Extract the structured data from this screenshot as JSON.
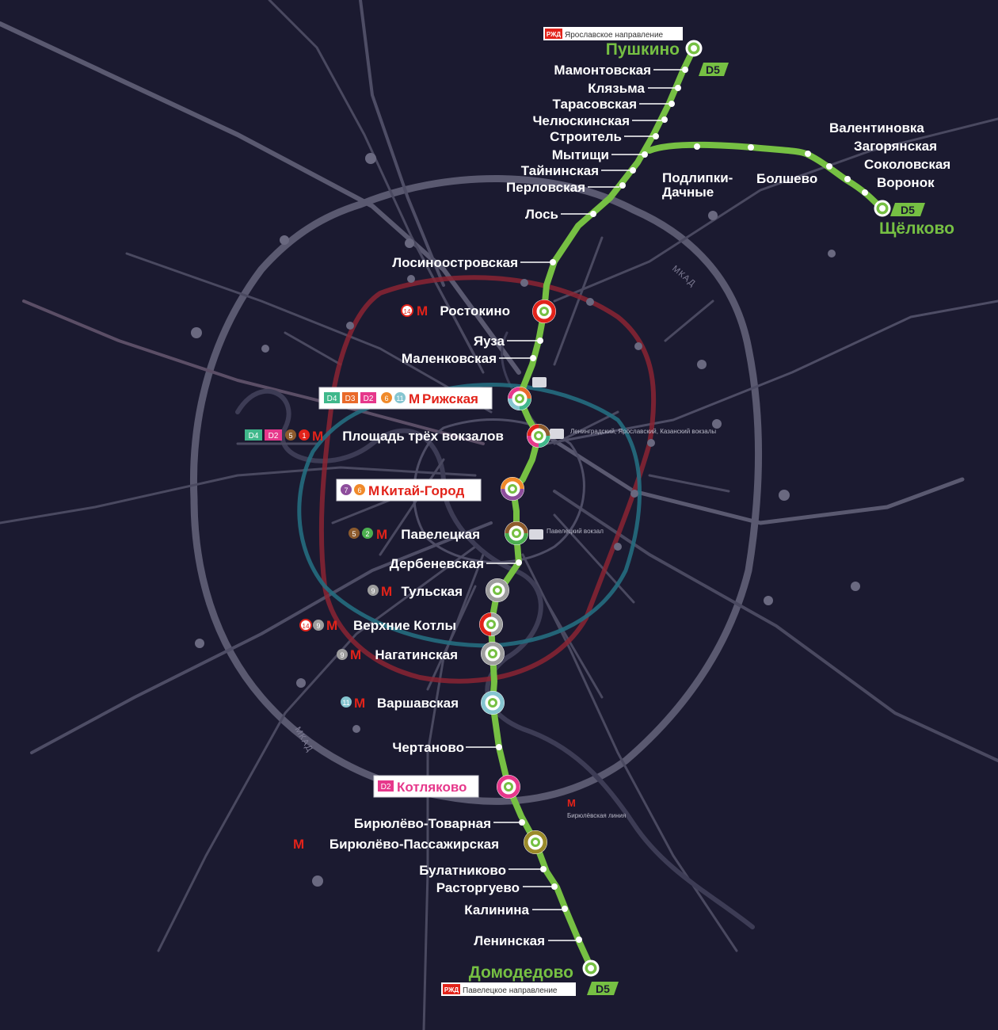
{
  "line": {
    "badge": "D5",
    "color": "#76c043",
    "terminals": {
      "north": "Пушкино",
      "east": "Щёлково",
      "south": "Домодедово"
    }
  },
  "directions": {
    "north": "Ярославское направление",
    "south": "Павелецкое направление"
  },
  "mkad_label": "МКАД",
  "map_notes": {
    "leningrad_station": "Ленинградский, Ярославский, Казанский вокзалы",
    "paveletsky_station": "Павелецкий вокзал",
    "biryulevo_line": "Бирюлёвская линия"
  },
  "stations": [
    {
      "name": "Пушкино",
      "terminal": true
    },
    {
      "name": "Мамонтовская"
    },
    {
      "name": "Клязьма"
    },
    {
      "name": "Тарасовская"
    },
    {
      "name": "Челюскинская"
    },
    {
      "name": "Строитель"
    },
    {
      "name": "Мытищи"
    },
    {
      "name": "Тайнинская"
    },
    {
      "name": "Перловская"
    },
    {
      "name": "Лось"
    },
    {
      "name": "Лосиноостровская"
    },
    {
      "name": "Ростокино",
      "transfers": [
        "14",
        "M"
      ]
    },
    {
      "name": "Яуза"
    },
    {
      "name": "Маленковская"
    },
    {
      "name": "Рижская",
      "transfers": [
        "D4",
        "D3",
        "D2",
        "6",
        "11",
        "M"
      ],
      "highlight": true
    },
    {
      "name": "Площадь трёх вокзалов",
      "transfers": [
        "D4",
        "D2",
        "5",
        "1",
        "M"
      ]
    },
    {
      "name": "Китай-Город",
      "transfers": [
        "7",
        "6",
        "M"
      ],
      "highlight": true
    },
    {
      "name": "Павелецкая",
      "transfers": [
        "5",
        "2",
        "M"
      ]
    },
    {
      "name": "Дербеневская"
    },
    {
      "name": "Тульская",
      "transfers": [
        "9",
        "M"
      ]
    },
    {
      "name": "Верхние Котлы",
      "transfers": [
        "14",
        "9",
        "M"
      ]
    },
    {
      "name": "Нагатинская",
      "transfers": [
        "9",
        "M"
      ]
    },
    {
      "name": "Варшавская",
      "transfers": [
        "11",
        "M"
      ]
    },
    {
      "name": "Чертаново"
    },
    {
      "name": "Котляково",
      "transfers": [
        "D2"
      ],
      "highlight": true
    },
    {
      "name": "Бирюлёво-Товарная"
    },
    {
      "name": "Бирюлёво-Пассажирская",
      "transfers": [
        "M"
      ]
    },
    {
      "name": "Булатниково"
    },
    {
      "name": "Расторгуево"
    },
    {
      "name": "Калинина"
    },
    {
      "name": "Ленинская"
    },
    {
      "name": "Домодедово",
      "terminal": true
    }
  ],
  "branch": [
    {
      "name": "Подлипки-Дачные",
      "line1": "Подлипки-",
      "line2": "Дачные"
    },
    {
      "name": "Болшево"
    },
    {
      "name": "Валентиновка"
    },
    {
      "name": "Загорянская"
    },
    {
      "name": "Соколовская"
    },
    {
      "name": "Воронок"
    },
    {
      "name": "Щёлково",
      "terminal": true
    }
  ],
  "colors": {
    "background": "#1b1a30",
    "d5": "#76c043",
    "mcc": "#9c2a3a",
    "bkl": "#2e8c9c",
    "metro_red": "#e2231a",
    "d2": "#e6388b",
    "d3": "#e96a2a",
    "d4": "#40b88b",
    "line6": "#f08a2a",
    "line7": "#8e4e9c",
    "line5": "#8d5b2d",
    "line9": "#9e9e9e",
    "line11": "#85c5d0",
    "line2": "#4caf50"
  }
}
